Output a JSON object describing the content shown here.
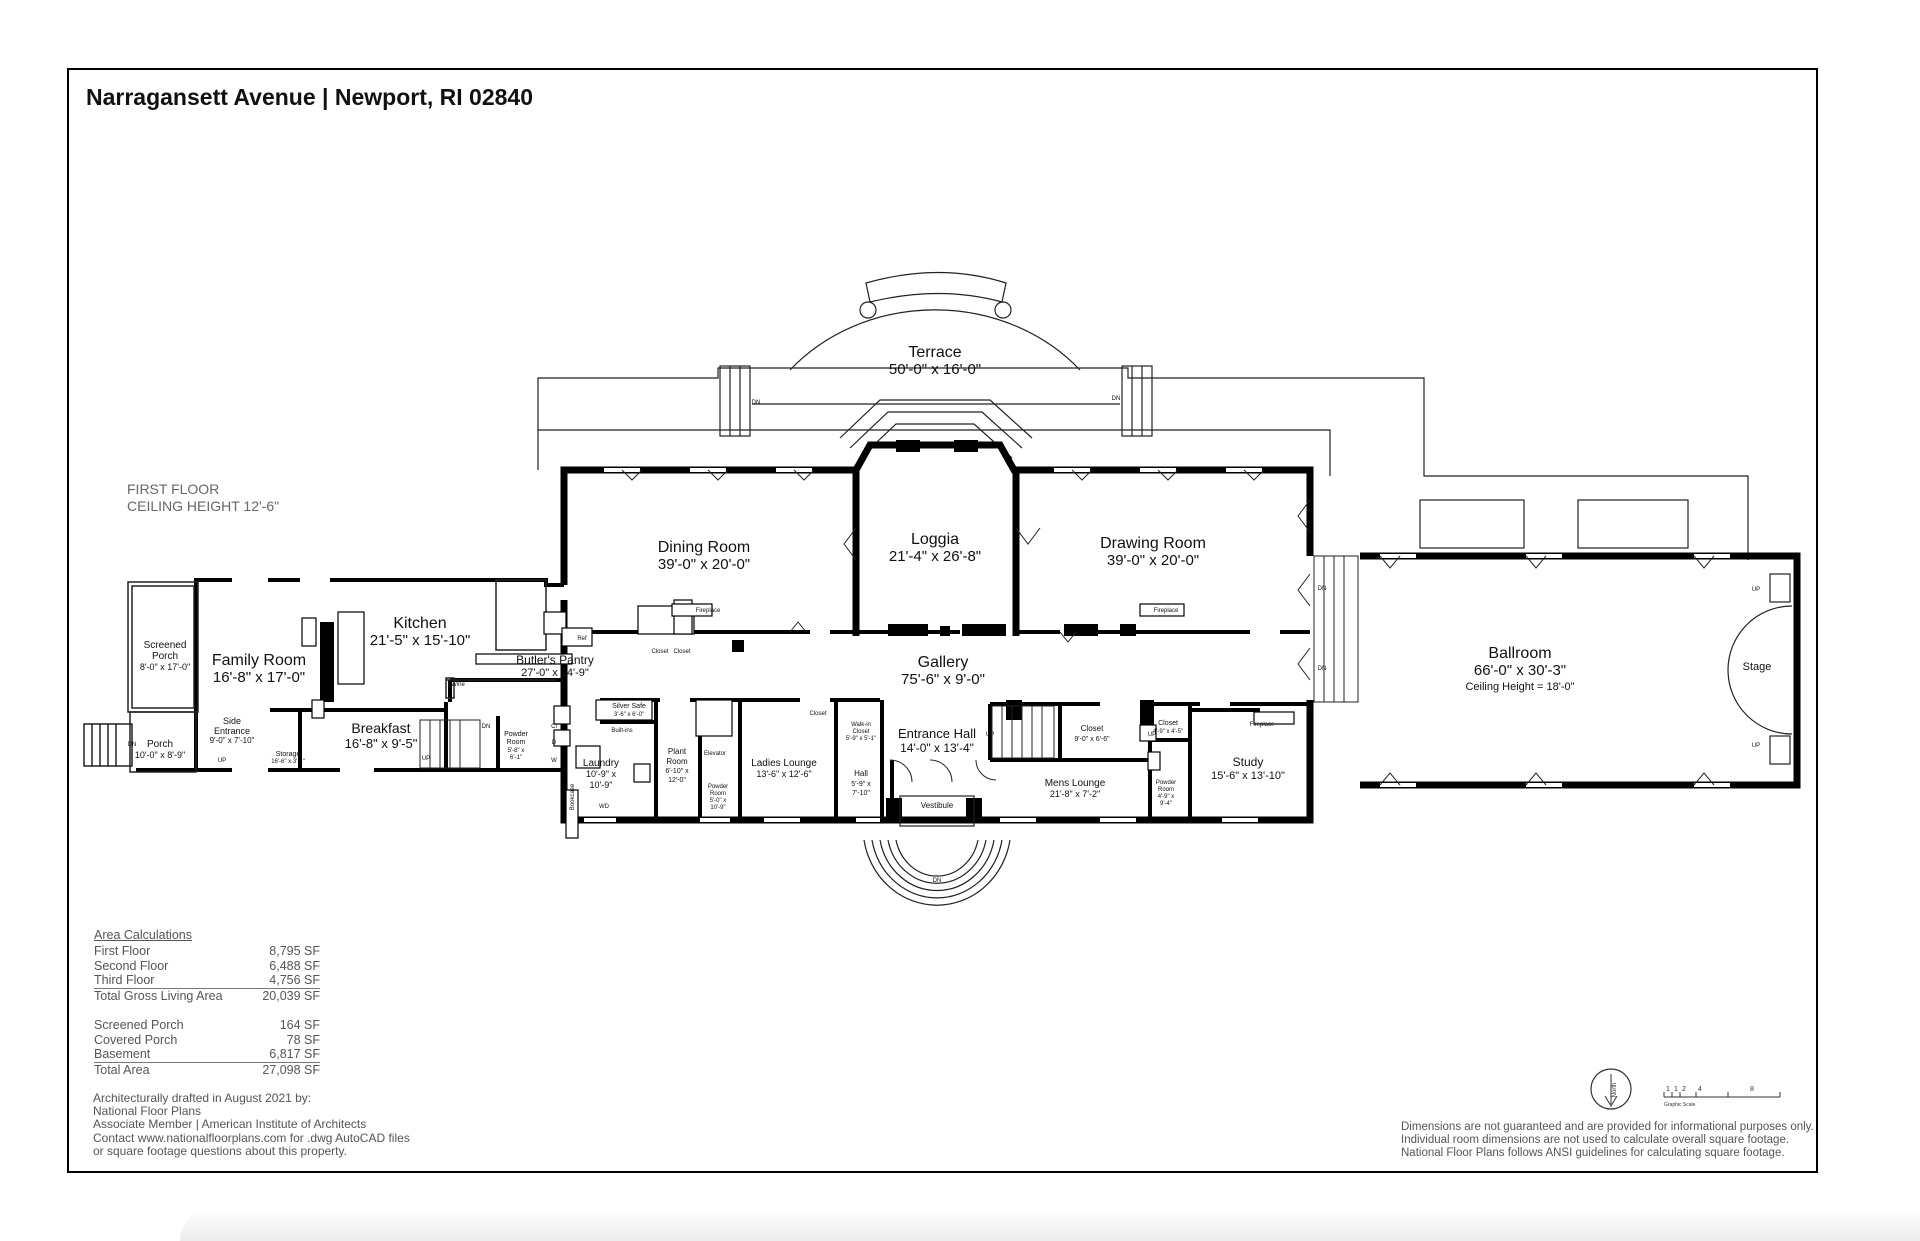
{
  "header": {
    "title": "Narragansett Avenue | Newport, RI 02840"
  },
  "floor_note": {
    "line1": "FIRST FLOOR",
    "line2": "CEILING HEIGHT 12'-6\""
  },
  "rooms": {
    "terrace": {
      "name": "Terrace",
      "dims": "50'-0\" x 16'-0\""
    },
    "dining_room": {
      "name": "Dining Room",
      "dims": "39'-0\" x 20'-0\""
    },
    "loggia": {
      "name": "Loggia",
      "dims": "21'-4\" x 26'-8\""
    },
    "drawing_room": {
      "name": "Drawing Room",
      "dims": "39'-0\" x 20'-0\""
    },
    "kitchen": {
      "name": "Kitchen",
      "dims": "21'-5\" x 15'-10\""
    },
    "family_room": {
      "name": "Family Room",
      "dims": "16'-8\" x 17'-0\""
    },
    "screened_porch": {
      "name1": "Screened",
      "name2": "Porch",
      "dims": "8'-0\" x 17'-0\""
    },
    "butlers_pantry": {
      "name": "Butler's Pantry",
      "dims": "27'-0\" x 14'-9\""
    },
    "gallery": {
      "name": "Gallery",
      "dims": "75'-6\" x 9'-0\""
    },
    "ballroom": {
      "name": "Ballroom",
      "dims": "66'-0\" x 30'-3\"",
      "note": "Ceiling Height = 18'-0\""
    },
    "stage": {
      "name": "Stage"
    },
    "breakfast": {
      "name": "Breakfast",
      "dims": "16'-8\" x 9'-5\""
    },
    "porch": {
      "name": "Porch",
      "dims": "10'-0\" x 8'-9\""
    },
    "side_entrance": {
      "name1": "Side",
      "name2": "Entrance",
      "dims": "9'-0\" x 7'-10\""
    },
    "storage": {
      "name": "Storage",
      "dims": "16'-6\" x 3'-1\""
    },
    "powder_room_1": {
      "name1": "Powder",
      "name2": "Room",
      "dims": "5'-8\" x",
      "dims2": "6'-1\""
    },
    "laundry": {
      "name": "Laundry",
      "dims1": "10'-9\" x",
      "dims2": "10'-9\""
    },
    "silver_safe": {
      "name": "Silver Safe",
      "dims": "3'-6\" x 6'-0\""
    },
    "plant_room": {
      "name1": "Plant",
      "name2": "Room",
      "dims1": "6'-10\" x",
      "dims2": "12'-0\""
    },
    "powder_room_2": {
      "name1": "Powder",
      "name2": "Room",
      "dims1": "5'-0\" x",
      "dims2": "10'-9\""
    },
    "ladies_lounge": {
      "name": "Ladies Lounge",
      "dims": "13'-6\" x 12'-6\""
    },
    "walk_in_closet": {
      "name1": "Walk-in",
      "name2": "Closet",
      "dims": "5'-9\" x 5'-1\""
    },
    "hall": {
      "name": "Hall",
      "dims1": "5'-9\" x",
      "dims2": "7'-10\""
    },
    "entrance_hall": {
      "name": "Entrance Hall",
      "dims": "14'-0\" x 13'-4\""
    },
    "vestibule": {
      "name": "Vestibule"
    },
    "closet_1": {
      "name": "Closet",
      "dims": "9'-0\" x 6'-6\""
    },
    "mens_lounge": {
      "name": "Mens Lounge",
      "dims": "21'-8\" x 7'-2\""
    },
    "closet_2": {
      "name": "Closet",
      "dims": "4'-9\" x 4'-5\""
    },
    "powder_room_3": {
      "name1": "Powder",
      "name2": "Room",
      "dims1": "4'-9\" x",
      "dims2": "9'-4\""
    },
    "study": {
      "name": "Study",
      "dims": "15'-6\" x 13'-10\""
    }
  },
  "fixtures": {
    "fireplace": "Fireplace",
    "closet": "Closet",
    "elevator": "Elevator",
    "ref": "Ref",
    "built_ins": "Built-ins",
    "bookcase": "Bookcase",
    "wine": "Wine",
    "dn": "DN",
    "up": "UP",
    "d": "D",
    "w": "W",
    "cl": "Cl",
    "wd": "WD"
  },
  "area_calculations": {
    "heading": "Area Calculations",
    "rows": [
      {
        "label": "First Floor",
        "value": "8,795 SF"
      },
      {
        "label": "Second Floor",
        "value": "6,488 SF"
      },
      {
        "label": "Third Floor",
        "value": "4,756 SF"
      },
      {
        "label": "Total Gross Living Area",
        "value": "20,039 SF"
      },
      {
        "label": "Screened Porch",
        "value": "164 SF"
      },
      {
        "label": "Covered Porch",
        "value": "78 SF"
      },
      {
        "label": "Basement",
        "value": "6,817 SF"
      },
      {
        "label": "Total Area",
        "value": "27,098 SF"
      }
    ]
  },
  "credits": {
    "line1": "Architecturally drafted in August 2021 by:",
    "line2": "National Floor Plans",
    "line3": "Associate Member | American Institute of Architects",
    "line4": "Contact www.nationalfloorplans.com for .dwg AutoCAD files",
    "line5": "or square footage questions about this property."
  },
  "disclaimer": {
    "line1": "Dimensions are not guaranteed and are provided for informational purposes only.",
    "line2": "Individual room dimensions are not used to calculate overall square footage.",
    "line3": "National Floor Plans follows ANSI guidelines for calculating square footage."
  },
  "north_arrow": {
    "label": "North"
  },
  "scale_bar": {
    "ticks": [
      "1",
      "1",
      "2",
      "4",
      "8"
    ],
    "label": "Graphic Scale"
  }
}
